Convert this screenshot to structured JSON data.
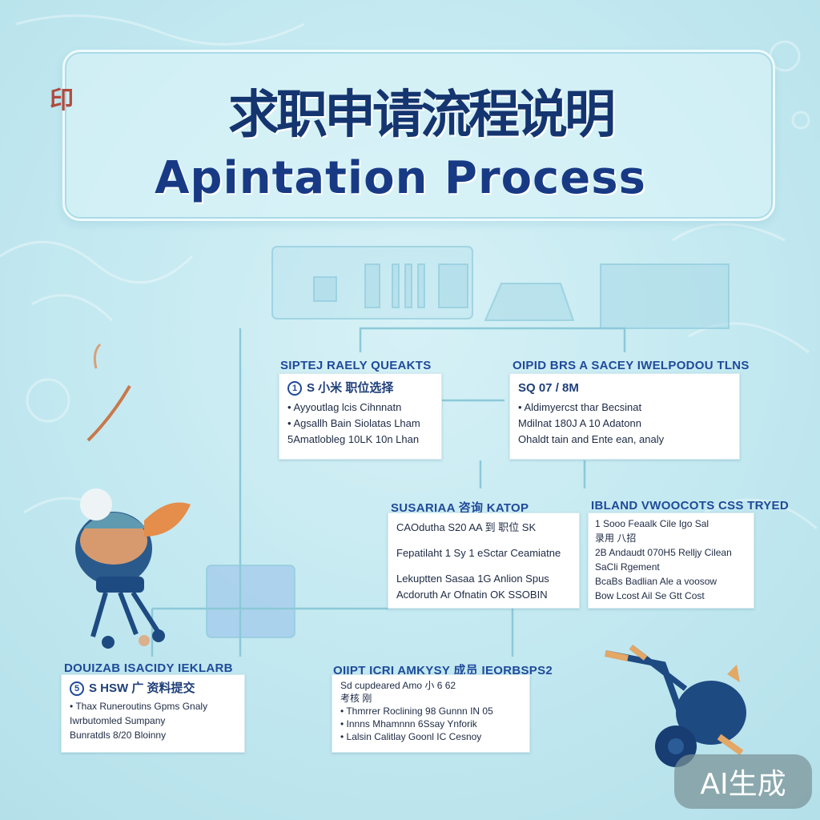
{
  "title": {
    "stamp": "印",
    "line1": "求职申请流程说明",
    "line2": "Apintation Process"
  },
  "steps": [
    {
      "header": "SIPTEJ RAELY QUEAKTS",
      "lines": [
        "S 小米 职位选择",
        "Ayyoutlag lcis Cihnnatn",
        "Agsallh Bain Siolatas Lham",
        "5Amatlobleg 10LK 10n Lhan"
      ]
    },
    {
      "header": "OIPID BRS A   SACEY IWELPODOU TLNS",
      "lines": [
        "SQ 07 / 8M",
        "Aldimyercst thar Becsinat",
        "Mdilnat 180J A 10 Adatonn",
        "Ohaldt tain and Ente ean, analy"
      ]
    },
    {
      "header": "SUSARIAA   咨询 KATOP",
      "lines": [
        "CAOdutha S20 AA 到 职位 SK",
        "Fepatilaht 1 Sy 1 eSctar Ceamiatne",
        "Lekuptten Sasaa 1G Anlion Spus",
        "Acdoruth Ar Ofnatin OK SSOBIN"
      ]
    },
    {
      "header": "IBLAND VWOOCOTS CSS TRYED",
      "lines": [
        "1 Sooo Feaalk Cile Igo Sal",
        "录用 八招",
        "2B Andaudt 070H5 Relljy Cilean",
        "SaCli Rgement",
        "BcaBs Badlian Ale a voosow",
        "Bow Lcost Ail Se Gtt Cost"
      ]
    },
    {
      "header": "DOUIZAB ISACIDY    IEKLARB",
      "lines": [
        "S HSW 广 资料提交",
        "Thax Runeroutins Gpms Gnaly",
        "Iwrbutomled Sumpany",
        "Bunratdls 8/20 Bloinny"
      ]
    },
    {
      "header": "OIIPT ICRI AMKYSY 成员 IEORBSPS2",
      "lines": [
        "Sd cupdeared Amo 小 6 62",
        "考核 刚",
        "Thmrrer Roclining 98 Gunnn IN 05",
        "Innns Mhamnnn 6Ssay Ynforik",
        "Lalsin Calitlay Goonl IC Cesnoy"
      ]
    }
  ],
  "badge": "AI生成"
}
